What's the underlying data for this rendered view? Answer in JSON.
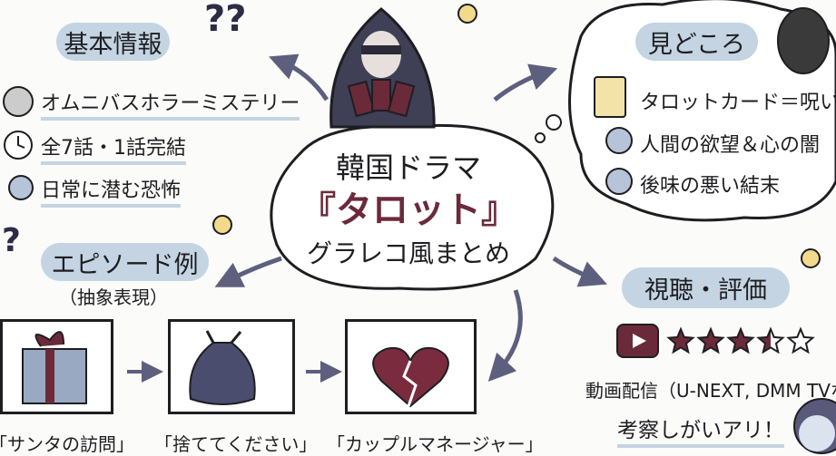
{
  "center": {
    "line1": "韓国ドラマ",
    "line2": "『タロット』",
    "line3": "グラレコ風まとめ"
  },
  "basic_info": {
    "title": "基本情報",
    "items": [
      {
        "icon": "film-reel-icon",
        "text": "オムニバスホラーミステリー"
      },
      {
        "icon": "clock-icon",
        "text": "全7話・1話完結"
      },
      {
        "icon": "scared-face-icon",
        "text": "日常に潜む恐怖"
      }
    ]
  },
  "highlights": {
    "title": "見どころ",
    "items": [
      {
        "icon": "tarot-card-icon",
        "text": "タロットカード＝呪い？"
      },
      {
        "icon": "brain-icon",
        "text": "人間の欲望＆心の闇"
      },
      {
        "icon": "sad-face-icon",
        "text": "後味の悪い結末"
      }
    ]
  },
  "episodes": {
    "title": "エピソード例",
    "subtitle": "（抽象表現）",
    "items": [
      {
        "icon": "gift-box-icon",
        "caption": "「サンタの訪問」"
      },
      {
        "icon": "trash-bag-icon",
        "caption": "「捨ててください」"
      },
      {
        "icon": "broken-heart-icon",
        "caption": "「カップルマネージャー」"
      }
    ]
  },
  "viewing": {
    "title": "視聴・評価",
    "rating": 3.5,
    "rating_max": 5,
    "streaming": "動画配信（U-NEXT, DMM TVな",
    "note": "考察しがいアリ！"
  },
  "decor": {
    "question_marks": "??",
    "question_mark": "?"
  },
  "colors": {
    "accent": "#6b2a3a",
    "pill": "#c4d4e2",
    "arrow": "#5d5f7e"
  }
}
